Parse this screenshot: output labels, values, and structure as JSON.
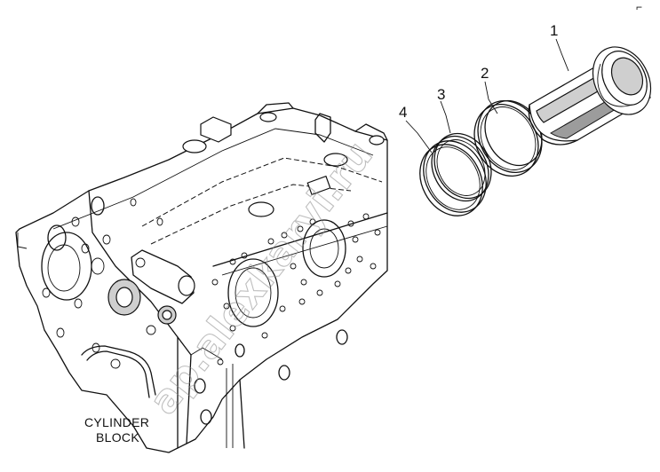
{
  "diagram": {
    "callouts": [
      {
        "id": "1",
        "label": "1"
      },
      {
        "id": "2",
        "label": "2"
      },
      {
        "id": "3",
        "label": "3"
      },
      {
        "id": "4",
        "label": "4"
      }
    ],
    "caption": {
      "line1": "CYLINDER",
      "line2": "BLOCK"
    },
    "corner_mark": "⌐",
    "watermark": "ap.alexkaryi.ru"
  }
}
